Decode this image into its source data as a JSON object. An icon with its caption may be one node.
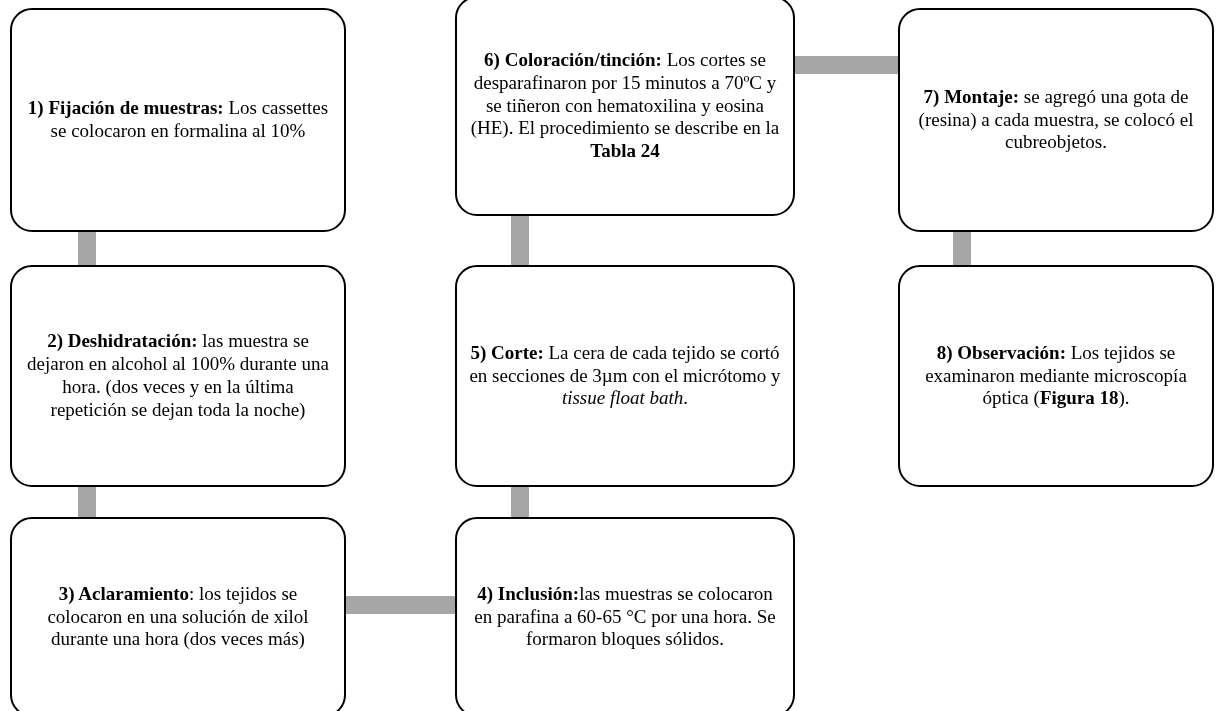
{
  "diagram": {
    "nodes": [
      {
        "text": [
          "**1) Fijación de muestras:** Los cassettes se colocaron en formalina al 10%"
        ]
      },
      {
        "text": [
          "**2) Deshidratación:** las muestra se dejaron en alcohol al 100% durante una hora. (dos veces y en la última repetición se  dejan toda la noche)"
        ]
      },
      {
        "text": [
          "**3) Aclaramiento**: los tejidos se colocaron en una solución de xilol durante una hora (dos veces más)"
        ]
      },
      {
        "text": [
          "**4) Inclusión:**las muestras se colocaron en parafina a 60-65 °C por una hora. Se formaron bloques sólidos."
        ]
      },
      {
        "text": [
          "**5) Corte:** La cera de cada tejido se cortó en secciones de 3µm con el micrótomo y *tissue float bath*."
        ]
      },
      {
        "text": [
          "**6) Coloración/tinción:** Los cortes se desparafinaron por 15 minutos a 70ºC y se tiñeron con hematoxilina y eosina (HE). El procedimiento se describe en la **Tabla 24**"
        ]
      },
      {
        "text": [
          "**7) Montaje:** se agregó una gota de (resina) a cada muestra, se colocó el cubreobjetos."
        ]
      },
      {
        "text": [
          "**8) Observación:** Los tejidos se examinaron mediante microscopía óptica (**Figura 18**)."
        ]
      }
    ],
    "edges": [
      {
        "from": 0,
        "to": 1,
        "arrow": "none"
      },
      {
        "from": 1,
        "to": 2,
        "arrow": "none"
      },
      {
        "from": 2,
        "to": 3,
        "arrow": "none"
      },
      {
        "from": 3,
        "to": 4,
        "arrow": "none"
      },
      {
        "from": 4,
        "to": 5,
        "arrow": "none"
      },
      {
        "from": 5,
        "to": 6,
        "arrow": "none"
      },
      {
        "from": 6,
        "to": 7,
        "arrow": "none"
      }
    ]
  }
}
